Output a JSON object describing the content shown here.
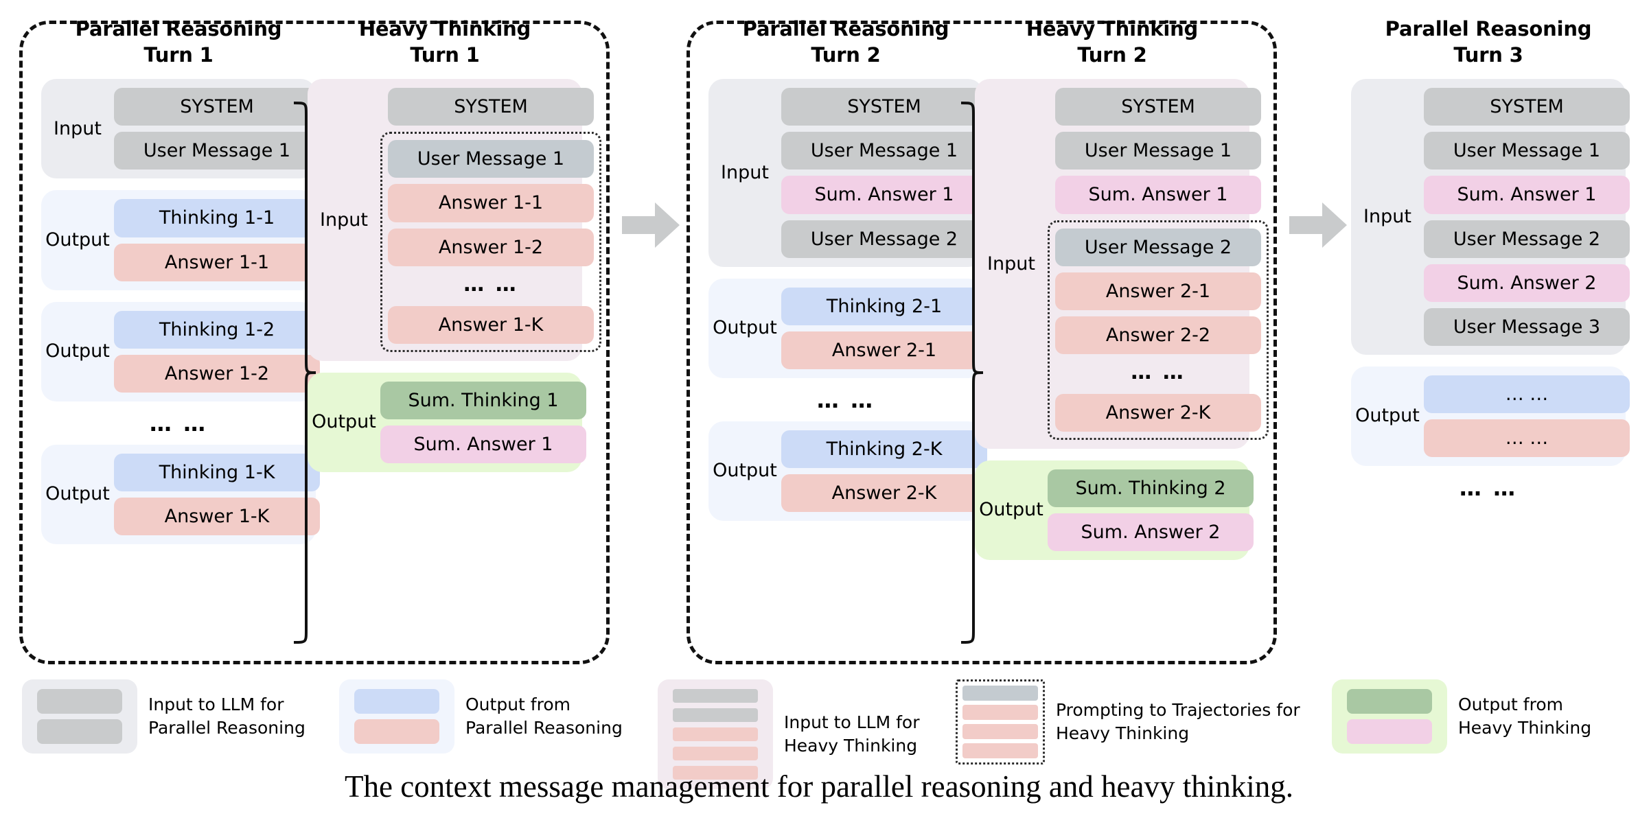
{
  "caption": "The context message management for parallel reasoning and heavy thinking.",
  "ellipsis": "… …",
  "labels": {
    "input": "Input",
    "output": "Output"
  },
  "columns": [
    {
      "id": "pr-turn-1",
      "title": "Parallel Reasoning\nTurn 1",
      "groups": [
        {
          "kind": "pr-input",
          "label": "Input",
          "chips": [
            {
              "type": "system",
              "text": "SYSTEM"
            },
            {
              "type": "user",
              "text": "User Message 1"
            }
          ]
        },
        {
          "kind": "pr-output",
          "label": "Output",
          "chips": [
            {
              "type": "think",
              "text": "Thinking 1-1"
            },
            {
              "type": "answer",
              "text": "Answer 1-1"
            }
          ]
        },
        {
          "kind": "pr-output",
          "label": "Output",
          "chips": [
            {
              "type": "think",
              "text": "Thinking 1-2"
            },
            {
              "type": "answer",
              "text": "Answer 1-2"
            }
          ]
        },
        {
          "kind": "ellipsis",
          "text": "… …"
        },
        {
          "kind": "pr-output",
          "label": "Output",
          "chips": [
            {
              "type": "think",
              "text": "Thinking 1-K"
            },
            {
              "type": "answer",
              "text": "Answer 1-K"
            }
          ]
        }
      ]
    },
    {
      "id": "ht-turn-1",
      "title": "Heavy Thinking\nTurn 1",
      "groups": [
        {
          "kind": "ht-input",
          "label": "Input",
          "pre_chips": [
            {
              "type": "system",
              "text": "SYSTEM"
            }
          ],
          "dotted_chips": [
            {
              "type": "user-d",
              "text": "User Message 1"
            },
            {
              "type": "answer",
              "text": "Answer 1-1"
            },
            {
              "type": "answer",
              "text": "Answer 1-2"
            },
            {
              "type": "ellipsis",
              "text": "… …"
            },
            {
              "type": "answer",
              "text": "Answer 1-K"
            }
          ]
        },
        {
          "kind": "ht-output",
          "label": "Output",
          "chips": [
            {
              "type": "sumthink",
              "text": "Sum. Thinking 1"
            },
            {
              "type": "sumans",
              "text": "Sum. Answer 1"
            }
          ]
        }
      ]
    },
    {
      "id": "pr-turn-2",
      "title": "Parallel Reasoning\nTurn 2",
      "groups": [
        {
          "kind": "pr-input",
          "label": "Input",
          "chips": [
            {
              "type": "system",
              "text": "SYSTEM"
            },
            {
              "type": "user",
              "text": "User Message 1"
            },
            {
              "type": "sumans",
              "text": "Sum. Answer 1"
            },
            {
              "type": "user",
              "text": "User Message 2"
            }
          ]
        },
        {
          "kind": "pr-output",
          "label": "Output",
          "chips": [
            {
              "type": "think",
              "text": "Thinking 2-1"
            },
            {
              "type": "answer",
              "text": "Answer 2-1"
            }
          ]
        },
        {
          "kind": "ellipsis",
          "text": "… …"
        },
        {
          "kind": "pr-output",
          "label": "Output",
          "chips": [
            {
              "type": "think",
              "text": "Thinking 2-K"
            },
            {
              "type": "answer",
              "text": "Answer 2-K"
            }
          ]
        }
      ]
    },
    {
      "id": "ht-turn-2",
      "title": "Heavy Thinking\nTurn 2",
      "groups": [
        {
          "kind": "ht-input",
          "label": "Input",
          "pre_chips": [
            {
              "type": "system",
              "text": "SYSTEM"
            },
            {
              "type": "user",
              "text": "User Message 1"
            },
            {
              "type": "sumans",
              "text": "Sum. Answer 1"
            }
          ],
          "dotted_chips": [
            {
              "type": "user-d",
              "text": "User Message 2"
            },
            {
              "type": "answer",
              "text": "Answer 2-1"
            },
            {
              "type": "answer",
              "text": "Answer 2-2"
            },
            {
              "type": "ellipsis",
              "text": "… …"
            },
            {
              "type": "answer",
              "text": "Answer 2-K"
            }
          ]
        },
        {
          "kind": "ht-output",
          "label": "Output",
          "chips": [
            {
              "type": "sumthink",
              "text": "Sum. Thinking 2"
            },
            {
              "type": "sumans",
              "text": "Sum. Answer 2"
            }
          ]
        }
      ]
    },
    {
      "id": "pr-turn-3",
      "title": "Parallel Reasoning\nTurn 3",
      "groups": [
        {
          "kind": "pr-input",
          "label": "Input",
          "chips": [
            {
              "type": "system",
              "text": "SYSTEM"
            },
            {
              "type": "user",
              "text": "User Message 1"
            },
            {
              "type": "sumans",
              "text": "Sum. Answer 1"
            },
            {
              "type": "user",
              "text": "User Message 2"
            },
            {
              "type": "sumans",
              "text": "Sum. Answer 2"
            },
            {
              "type": "user",
              "text": "User Message 3"
            }
          ]
        },
        {
          "kind": "pr-output",
          "label": "Output",
          "chips": [
            {
              "type": "think",
              "text": "… …"
            },
            {
              "type": "answer",
              "text": "… …"
            }
          ]
        },
        {
          "kind": "ellipsis",
          "text": "… …"
        }
      ]
    }
  ],
  "legend": [
    {
      "id": "legend-pr-input",
      "box": "#ebecf0",
      "bars": [
        "#c9cbcc",
        "#c9cbcc"
      ],
      "dotted": false,
      "text": "Input to LLM for\nParallel Reasoning"
    },
    {
      "id": "legend-pr-output",
      "box": "#f1f5fd",
      "bars": [
        "#ccdbf7",
        "#f2ccc8"
      ],
      "dotted": false,
      "text": "Output from\nParallel Reasoning"
    },
    {
      "id": "legend-ht-input",
      "box": "#f2eaf0",
      "bars": [
        "#c9cbcc",
        "#c9cbcc",
        "#f2ccc8",
        "#f2ccc8",
        "#f2ccc8"
      ],
      "dotted": false,
      "text": "Input to LLM for\nHeavy Thinking"
    },
    {
      "id": "legend-ht-prompt",
      "box": "#ffffff",
      "bars": [
        "#c4cbd0",
        "#f2ccc8",
        "#f2ccc8",
        "#f2ccc8"
      ],
      "dotted": true,
      "text": "Prompting to Trajectories for\nHeavy Thinking"
    },
    {
      "id": "legend-ht-output",
      "box": "#e6f8d4",
      "bars": [
        "#a9c8a3",
        "#f2d0e6"
      ],
      "dotted": false,
      "text": "Output from\nHeavy Thinking"
    }
  ],
  "arrows": [
    {
      "id": "flow-arrow-1",
      "color": "#c9cbcc"
    },
    {
      "id": "flow-arrow-2",
      "color": "#c9cbcc"
    }
  ],
  "colors": {
    "system_chip": "#c9cbcc",
    "thinking_chip": "#ccdbf7",
    "answer_chip": "#f2ccc8",
    "sum_answer_chip": "#f2d0e6",
    "sum_thinking_chip": "#a9c8a3",
    "pr_input_panel": "#ebecf0",
    "pr_output_panel": "#f1f5fd",
    "ht_input_panel": "#f2eaf0",
    "ht_output_panel": "#e6f8d4",
    "arrow": "#c9cbcc",
    "stage_border": "#111111"
  }
}
